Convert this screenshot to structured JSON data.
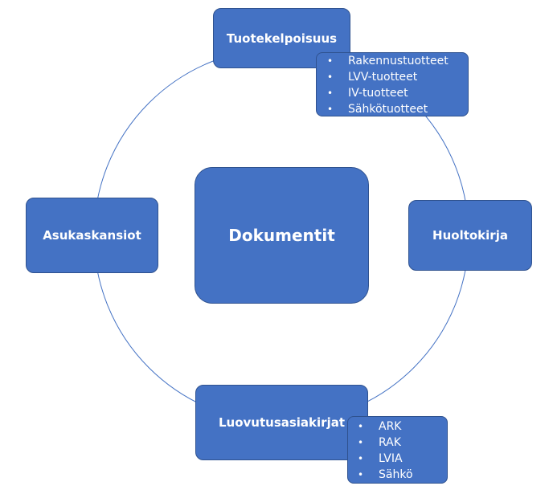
{
  "diagram": {
    "center": "Dokumentit",
    "nodes": {
      "top": "Tuotekelpoisuus",
      "right": "Huoltokirja",
      "bottom": "Luovutusasiakirjat",
      "left": "Asukaskansiot"
    },
    "top_details": [
      "Rakennustuotteet",
      "LVV-tuotteet",
      "IV-tuotteet",
      "Sähkötuotteet"
    ],
    "bottom_details": [
      "ARK",
      "RAK",
      "LVIA",
      "Sähkö"
    ]
  },
  "colors": {
    "fill": "#4472c4",
    "border": "#2f528f",
    "ring": "#4472c4",
    "text": "#ffffff"
  }
}
